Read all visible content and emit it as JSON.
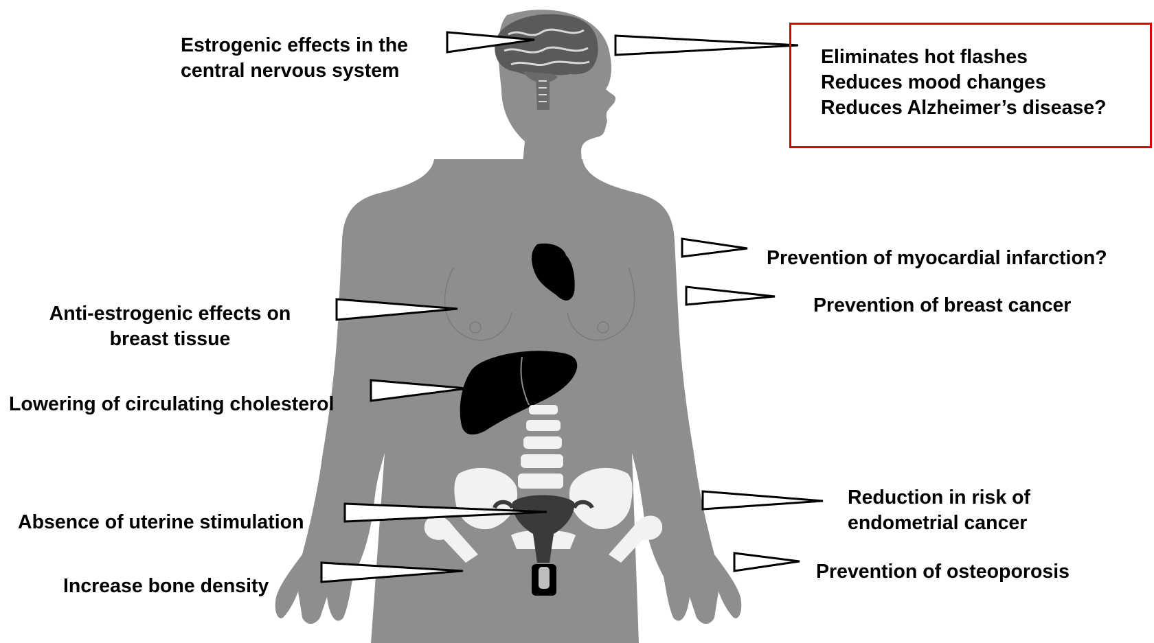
{
  "colors": {
    "silhouette": "#8e8e8e",
    "organ": "#000000",
    "bone": "#f2f2f2",
    "brain": "#5a5a5a",
    "highlight_border": "#e00000"
  },
  "icons": [
    "brain-icon",
    "heart-icon",
    "liver-icon",
    "spine-icon",
    "pelvis-icon",
    "uterus-icon",
    "femur-icon"
  ],
  "labels": {
    "cns": [
      "Estrogenic effects in the",
      "central nervous system"
    ],
    "breast_tissue": [
      "Anti-estrogenic effects on",
      "breast tissue"
    ],
    "cholesterol": [
      "Lowering of circulating cholesterol"
    ],
    "uterine": [
      "Absence of uterine stimulation"
    ],
    "bone_density": [
      "Increase bone density"
    ],
    "myocardial": [
      "Prevention of myocardial infarction?"
    ],
    "breast_cancer": [
      "Prevention of breast cancer"
    ],
    "endometrial": [
      "Reduction in risk of",
      "endometrial cancer"
    ],
    "osteoporosis": [
      "Prevention of osteoporosis"
    ]
  },
  "highlight_box": {
    "lines": [
      "Eliminates hot flashes",
      "Reduces mood changes",
      "Reduces Alzheimer’s disease?"
    ]
  }
}
